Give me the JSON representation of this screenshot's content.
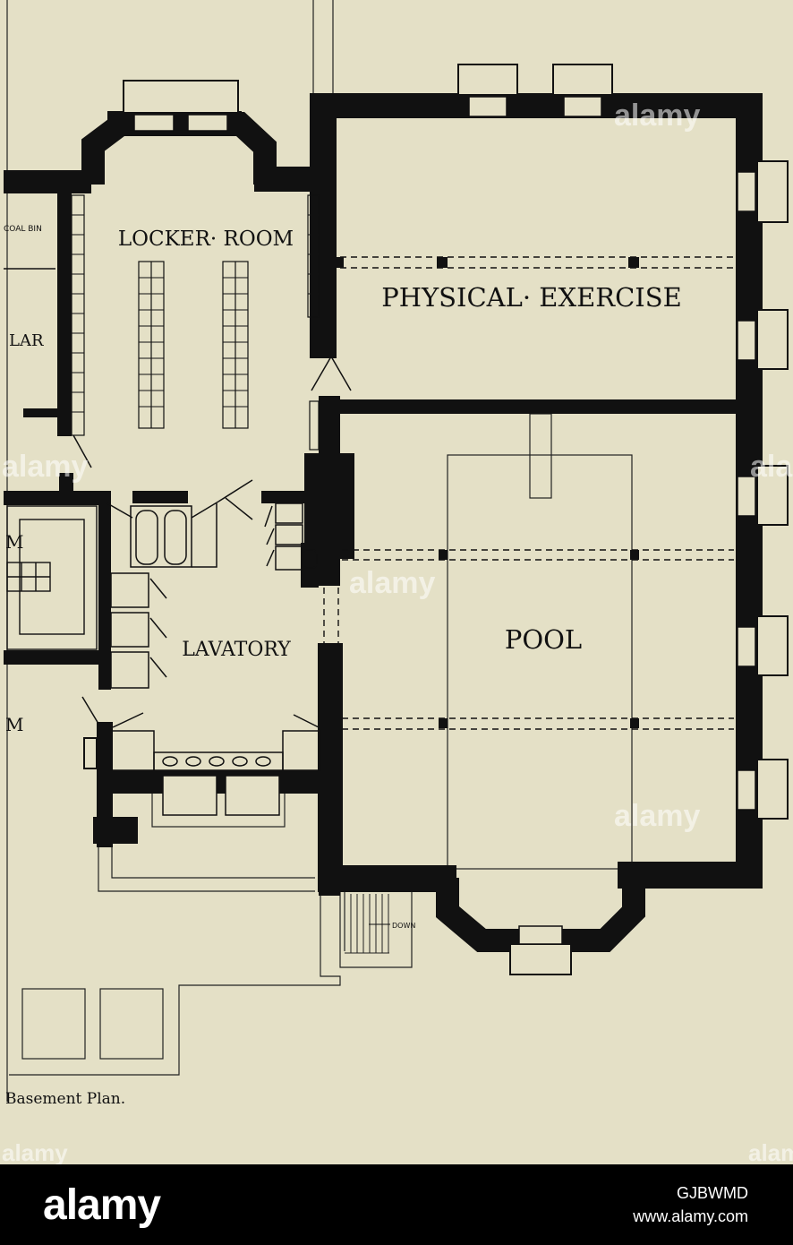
{
  "plan": {
    "title": "Basement Plan.",
    "rooms": {
      "locker_room": "LOCKER· ROOM",
      "physical_exercise": "PHYSICAL· EXERCISE",
      "pool": "POOL",
      "lavatory": "LAVATORY",
      "coal_bin": "COAL BIN",
      "cellar_fragment": "LAR"
    },
    "stair_label": "DOWN",
    "colors": {
      "paper": "#e4e0c6",
      "ink": "#111111"
    }
  },
  "watermark": {
    "brand": "alamy",
    "image_id": "GJBWMD",
    "url": "www.alamy.com"
  }
}
